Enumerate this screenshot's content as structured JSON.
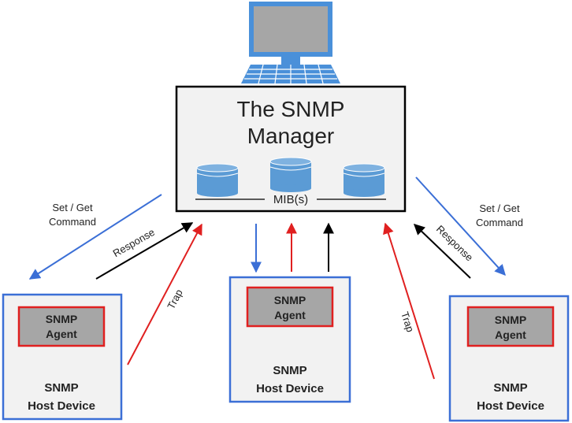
{
  "manager": {
    "title_line1": "The SNMP",
    "title_line2": "Manager",
    "mib_label": "MIB(s)"
  },
  "hosts": [
    {
      "agent_line1": "SNMP",
      "agent_line2": "Agent",
      "host_line1": "SNMP",
      "host_line2": "Host Device"
    },
    {
      "agent_line1": "SNMP",
      "agent_line2": "Agent",
      "host_line1": "SNMP",
      "host_line2": "Host Device"
    },
    {
      "agent_line1": "SNMP",
      "agent_line2": "Agent",
      "host_line1": "SNMP",
      "host_line2": "Host Device"
    }
  ],
  "labels": {
    "set_get_left_line1": "Set / Get",
    "set_get_left_line2": "Command",
    "set_get_right_line1": "Set / Get",
    "set_get_right_line2": "Command",
    "response_left": "Response",
    "response_right": "Response",
    "trap_left": "Trap",
    "trap_right": "Trap"
  },
  "colors": {
    "command": "#3b6fd6",
    "response": "#000000",
    "trap": "#e02020",
    "host_border": "#3b6fd6",
    "agent_border": "#e02020",
    "agent_fill": "#a6a6a6",
    "box_fill": "#f2f2f2",
    "database": "#5b9bd5",
    "computer": "#4a90d9"
  }
}
